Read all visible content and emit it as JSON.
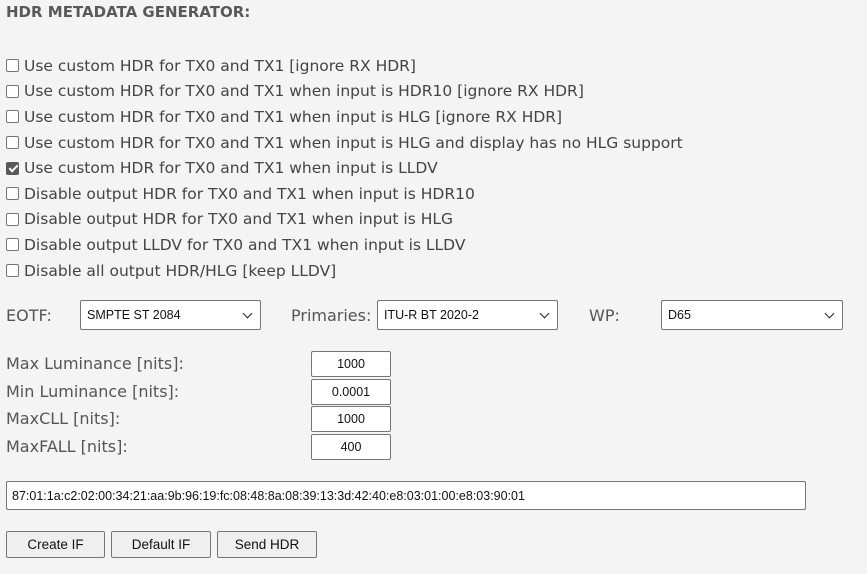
{
  "title": "HDR METADATA GENERATOR:",
  "checkboxes": [
    {
      "label": "Use custom HDR for TX0 and TX1 [ignore RX HDR]",
      "checked": false
    },
    {
      "label": "Use custom HDR for TX0 and TX1 when input is HDR10 [ignore RX HDR]",
      "checked": false
    },
    {
      "label": "Use custom HDR for TX0 and TX1 when input is HLG [ignore RX HDR]",
      "checked": false
    },
    {
      "label": "Use custom HDR for TX0 and TX1 when input is HLG and display has no HLG support",
      "checked": false
    },
    {
      "label": "Use custom HDR for TX0 and TX1 when input is LLDV",
      "checked": true
    },
    {
      "label": "Disable output HDR for TX0 and TX1 when input is HDR10",
      "checked": false
    },
    {
      "label": "Disable output HDR for TX0 and TX1 when input is HLG",
      "checked": false
    },
    {
      "label": "Disable output LLDV for TX0 and TX1 when input is LLDV",
      "checked": false
    },
    {
      "label": "Disable all output HDR/HLG [keep LLDV]",
      "checked": false
    }
  ],
  "selects": {
    "eotf": {
      "label": "EOTF:",
      "value": "SMPTE ST 2084"
    },
    "primaries": {
      "label": "Primaries:",
      "value": "ITU-R BT 2020-2"
    },
    "wp": {
      "label": "WP:",
      "value": "D65"
    }
  },
  "fields": {
    "max_luminance": {
      "label": "Max Luminance [nits]:",
      "value": "1000"
    },
    "min_luminance": {
      "label": "Min Luminance [nits]:",
      "value": "0.0001"
    },
    "maxcll": {
      "label": "MaxCLL [nits]:",
      "value": "1000"
    },
    "maxfall": {
      "label": "MaxFALL [nits]:",
      "value": "400"
    }
  },
  "hex_output": "87:01:1a:c2:02:00:34:21:aa:9b:96:19:fc:08:48:8a:08:39:13:3d:42:40:e8:03:01:00:e8:03:90:01",
  "buttons": {
    "create": "Create IF",
    "default": "Default IF",
    "send": "Send HDR"
  },
  "icons": {
    "checkbox_checked": "checkmark-icon",
    "select_arrow": "chevron-down-icon"
  }
}
